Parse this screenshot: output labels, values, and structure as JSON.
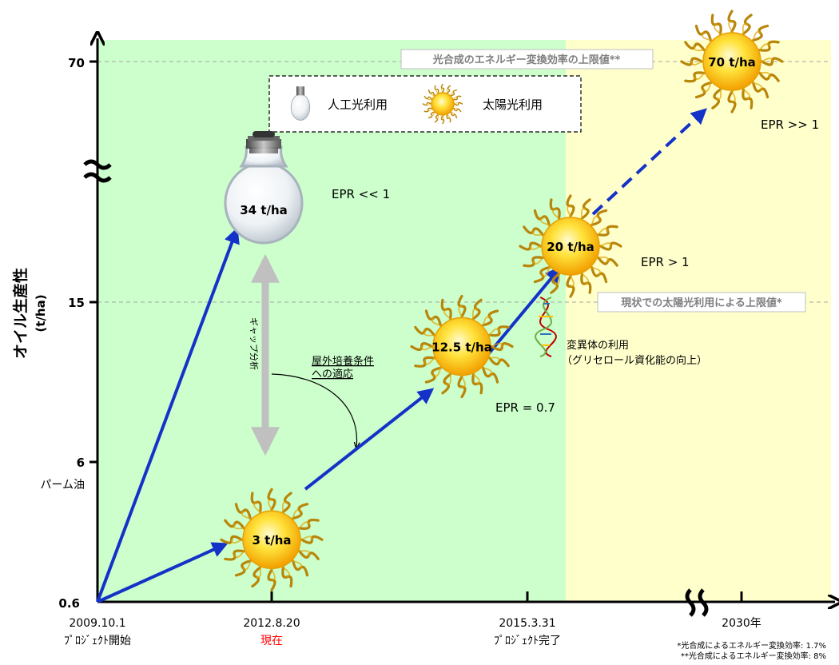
{
  "chart_data": {
    "type": "line",
    "title": "",
    "ylabel": "オイル生産性",
    "ylabel_unit": "(t/ha)",
    "y_ticks": [
      "0.6",
      "6",
      "15",
      "70"
    ],
    "y_tick_note": "パーム油",
    "x_ticks": [
      {
        "date": "2009.10.1",
        "sub": "ﾌﾟﾛｼﾞｪｸﾄ開始",
        "sub_color": "#000000"
      },
      {
        "date": "2012.8.20",
        "sub": "現在",
        "sub_color": "#ff0000"
      },
      {
        "date": "2015.3.31",
        "sub": "ﾌﾟﾛｼﾞｪｸﾄ完了",
        "sub_color": "#000000"
      },
      {
        "date": "2030年",
        "sub": "",
        "sub_color": "#000000"
      }
    ],
    "points": [
      {
        "x": "2009.10.1",
        "y": 0.6,
        "label": ""
      },
      {
        "x": "2012.8.20",
        "y": 3,
        "label": "3 t/ha",
        "light": "sun"
      },
      {
        "x": "2012.8.20",
        "y": 34,
        "label": "34 t/ha",
        "light": "bulb"
      },
      {
        "x": "2014",
        "y": 12.5,
        "label": "12.5 t/ha",
        "light": "sun"
      },
      {
        "x": "2015.3.31",
        "y": 20,
        "label": "20 t/ha",
        "light": "sun"
      },
      {
        "x": "2030年",
        "y": 70,
        "label": "70 t/ha",
        "light": "sun"
      }
    ],
    "epr": [
      "EPR << 1",
      "EPR = 0.7",
      "EPR  > 1",
      "EPR >> 1"
    ],
    "reference_lines": [
      {
        "value": 70,
        "label": "光合成のエネルギー変換効率の上限値**"
      },
      {
        "value": 15,
        "label": "現状での太陽光利用による上限値*"
      }
    ],
    "legend": {
      "position": "top-center",
      "items": [
        "人工光利用",
        "太陽光利用"
      ]
    },
    "annotations": {
      "gap": "ギャップ分析",
      "adapt_line1": "屋外培養条件",
      "adapt_line2": "への適応",
      "mutant_line1": "変異体の利用",
      "mutant_line2": "（グリセロール資化能の向上）"
    },
    "footnotes": [
      "*光合成によるエネルギー変換効率: 1.7%",
      "**光合成によるエネルギー変換効率: 8%"
    ],
    "colors": {
      "green_zone": "#ccffcc",
      "yellow_zone": "#ffffcc",
      "arrow": "#1432c8",
      "gap_arrow": "#c0c0c0",
      "ref_line": "#a6a6a6",
      "ref_text": "#7f7f7f"
    }
  }
}
